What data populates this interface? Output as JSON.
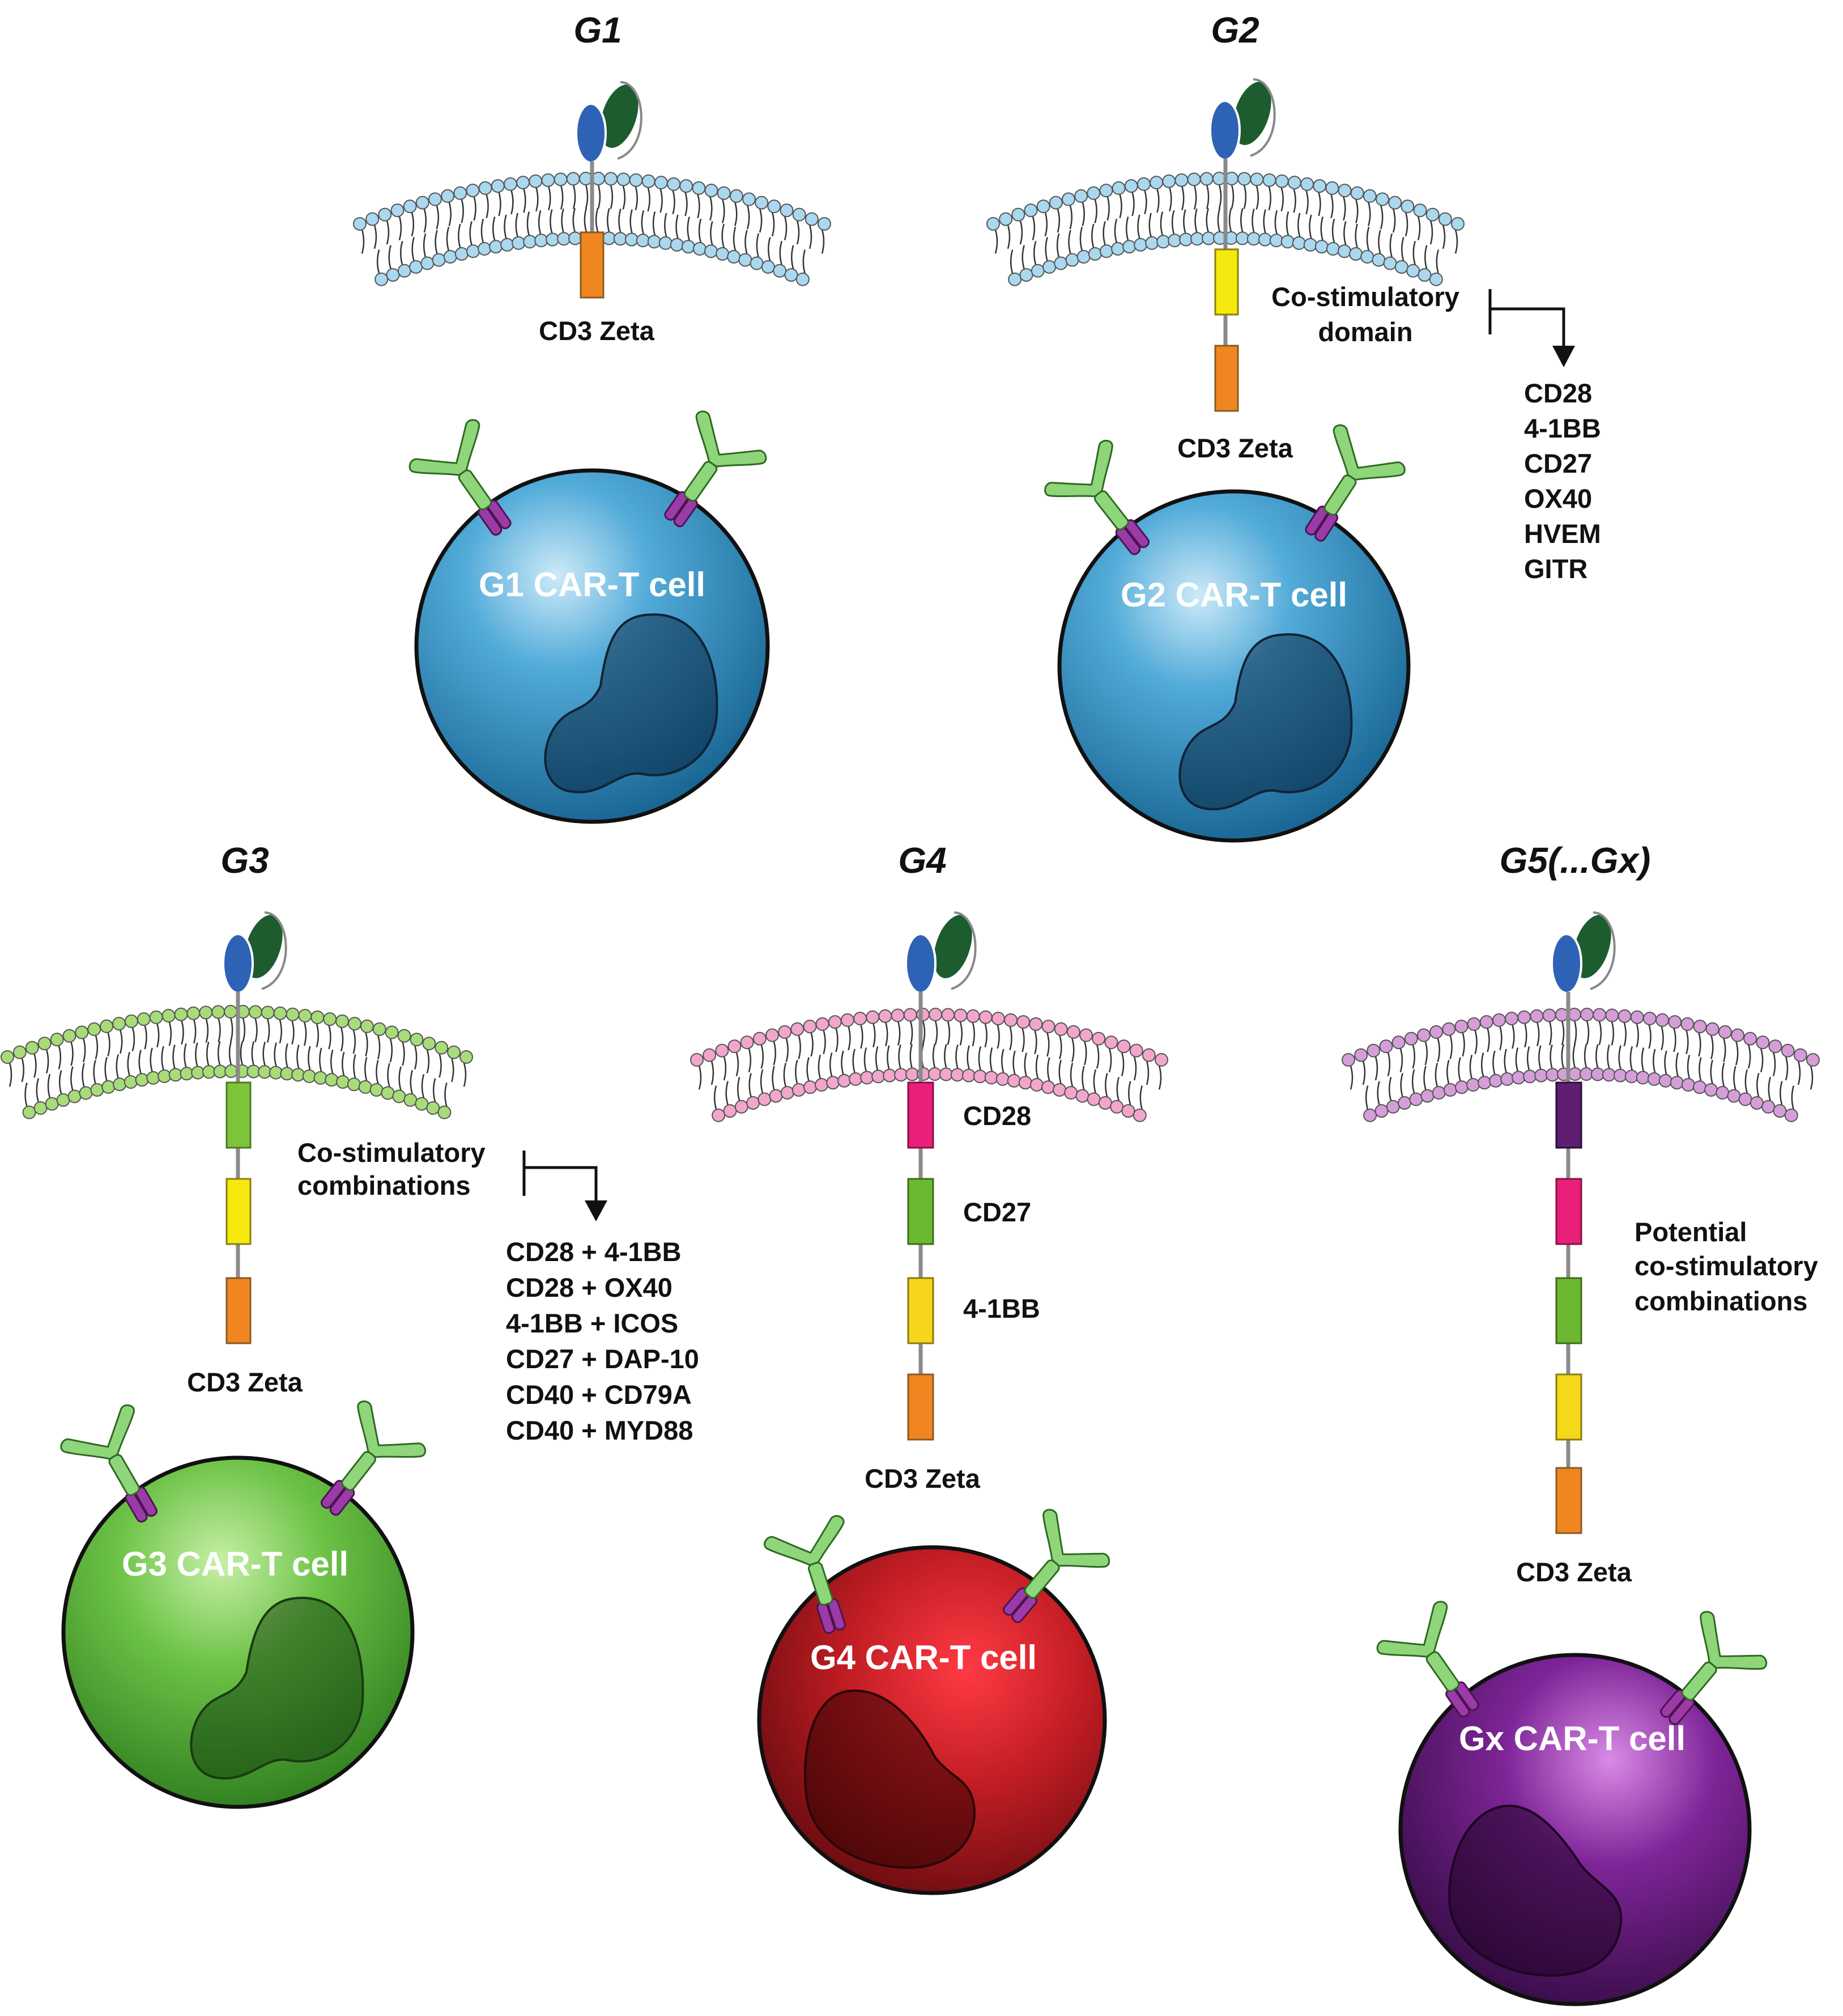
{
  "generations": [
    {
      "key": "g1",
      "title": "G1",
      "membrane_color": "#a9d8ef",
      "cell_color": "#3a95c8",
      "cell_label": "G1 CAR-T cell",
      "cd3_label": "CD3 Zeta",
      "domain_colors": [
        "#f0861f"
      ]
    },
    {
      "key": "g2",
      "title": "G2",
      "membrane_color": "#a9d8ef",
      "cell_color": "#3a95c8",
      "cell_label": "G2 CAR-T cell",
      "cd3_label": "CD3 Zeta",
      "domain_colors": [
        "#f5e90e",
        "#f0861f"
      ],
      "side_label": [
        "Co-stimulatory",
        "domain"
      ],
      "options": [
        "CD28",
        "4-1BB",
        "CD27",
        "OX40",
        "HVEM",
        "GITR"
      ]
    },
    {
      "key": "g3",
      "title": "G3",
      "membrane_color": "#a8dc78",
      "cell_color": "#5cb33a",
      "cell_label": "G3 CAR-T cell",
      "cd3_label": "CD3 Zeta",
      "domain_colors": [
        "#7ec43a",
        "#f5e90e",
        "#f0861f"
      ],
      "side_label": [
        "Co-stimulatory",
        "combinations"
      ],
      "options": [
        "CD28 + 4-1BB",
        "CD28 + OX40",
        "4-1BB + ICOS",
        "CD27 + DAP-10",
        "CD40 + CD79A",
        "CD40 + MYD88"
      ]
    },
    {
      "key": "g4",
      "title": "G4",
      "membrane_color": "#f2a6cc",
      "cell_color": "#b51c22",
      "cell_label": "G4 CAR-T cell",
      "cd3_label": "CD3 Zeta",
      "domain_colors": [
        "#e8207a",
        "#6cb830",
        "#f7d51c",
        "#f0861f"
      ],
      "domain_labels": [
        "CD28",
        "CD27",
        "4-1BB"
      ]
    },
    {
      "key": "g5",
      "title": "G5(...Gx)",
      "membrane_color": "#d59ed9",
      "cell_color": "#6d1e84",
      "cell_label": "Gx CAR-T cell",
      "cd3_label": "CD3 Zeta",
      "domain_colors": [
        "#5e1f73",
        "#e8207a",
        "#6cb830",
        "#f5d81a",
        "#f0861f"
      ],
      "side_label": [
        "Potential",
        "co-stimulatory",
        "combinations"
      ]
    }
  ],
  "colors": {
    "vh_domain": "#2e62b5",
    "vl_domain": "#1d5c2e",
    "receptor_green": "#8fd67a",
    "receptor_purple": "#9c3aa8",
    "stalk": "#8a8a8a",
    "nucleus_shade": "rgba(0,0,0,0.35)"
  },
  "icons": [
    "scfv-receptor-icon",
    "car-receptor-icon",
    "phospholipid-bilayer",
    "cell-nucleus",
    "arrow-down-icon"
  ]
}
